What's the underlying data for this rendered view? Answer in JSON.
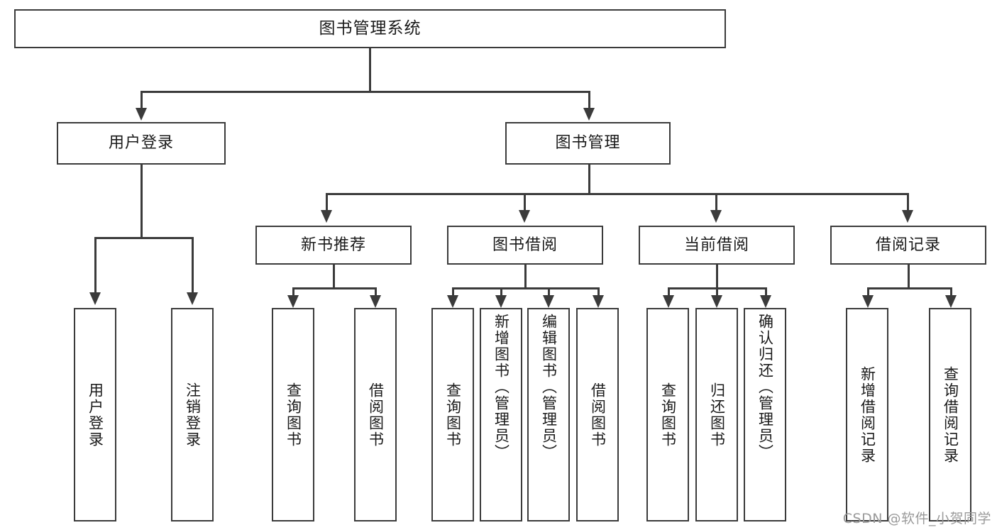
{
  "diagram": {
    "title": "图书管理系统",
    "type": "hierarchy-tree",
    "root": {
      "label": "图书管理系统"
    },
    "level2": [
      {
        "label": "用户登录"
      },
      {
        "label": "图书管理"
      }
    ],
    "level3": [
      {
        "label": "新书推荐"
      },
      {
        "label": "图书借阅"
      },
      {
        "label": "当前借阅"
      },
      {
        "label": "借阅记录"
      }
    ],
    "leaves": {
      "user_login": [
        {
          "label": "用户登录"
        },
        {
          "label": "注销登录"
        }
      ],
      "new_book": [
        {
          "label": "查询图书"
        },
        {
          "label": "借阅图书"
        }
      ],
      "book_borrow": [
        {
          "label": "查询图书"
        },
        {
          "label": "新增图书（管理员）"
        },
        {
          "label": "编辑图书（管理员）"
        },
        {
          "label": "借阅图书"
        }
      ],
      "current_borrow": [
        {
          "label": "查询图书"
        },
        {
          "label": "归还图书"
        },
        {
          "label": "确认归还（管理员）"
        }
      ],
      "borrow_record": [
        {
          "label": "新增借阅记录"
        },
        {
          "label": "查询借阅记录"
        }
      ]
    }
  },
  "watermark": {
    "text": "CSDN @软件_小贺同学"
  },
  "colors": {
    "stroke": "#3b3b3b",
    "background": "#ffffff",
    "text": "#1a1a1a",
    "watermark": "#9a9a9a"
  }
}
